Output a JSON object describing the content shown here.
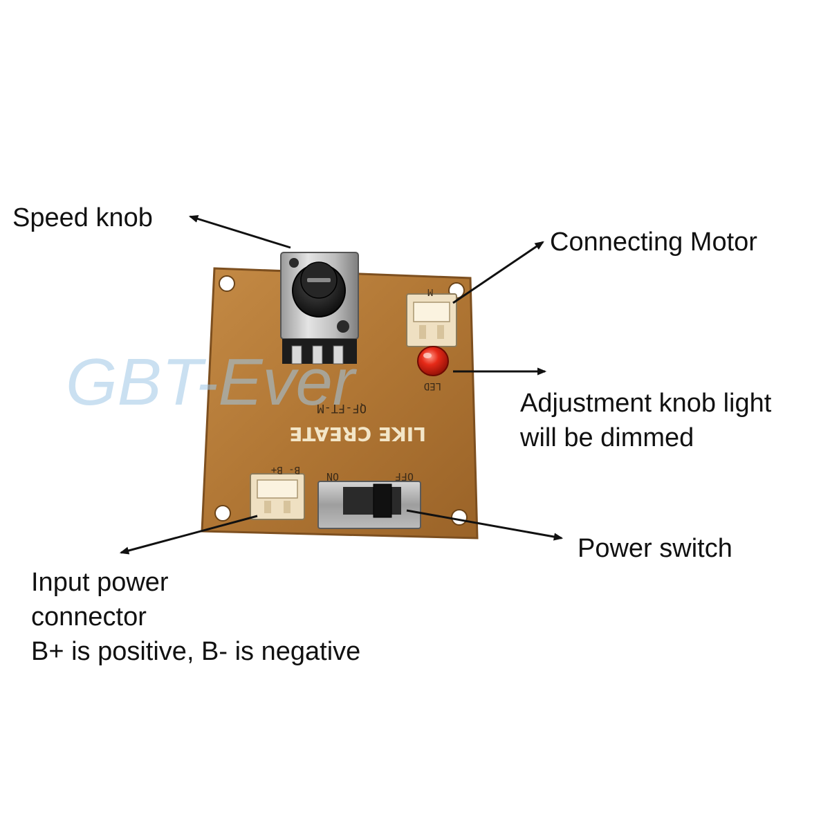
{
  "labels": {
    "speed_knob": "Speed knob",
    "connecting_motor": "Connecting Motor",
    "led_line1": "Adjustment knob light",
    "led_line2": "will be dimmed",
    "power_switch": "Power switch",
    "input_line1": "Input power",
    "input_line2": "connector",
    "input_line3": "B+ is positive, B- is negative"
  },
  "watermark": "GBT-Ever",
  "board": {
    "brand_logo": "LIKE CREATE",
    "model": "QF-FT-M",
    "led_mark": "LED",
    "switch_on": "ON",
    "switch_off": "OFF",
    "connector_marks": "B-  B+",
    "motor_mark": "M"
  },
  "colors": {
    "board": "#b07634",
    "board_edge": "#7d4f1f",
    "led": "#d81e10",
    "connector": "#efe0c2",
    "arrow": "#111111",
    "watermark": "#9fc6e6"
  }
}
